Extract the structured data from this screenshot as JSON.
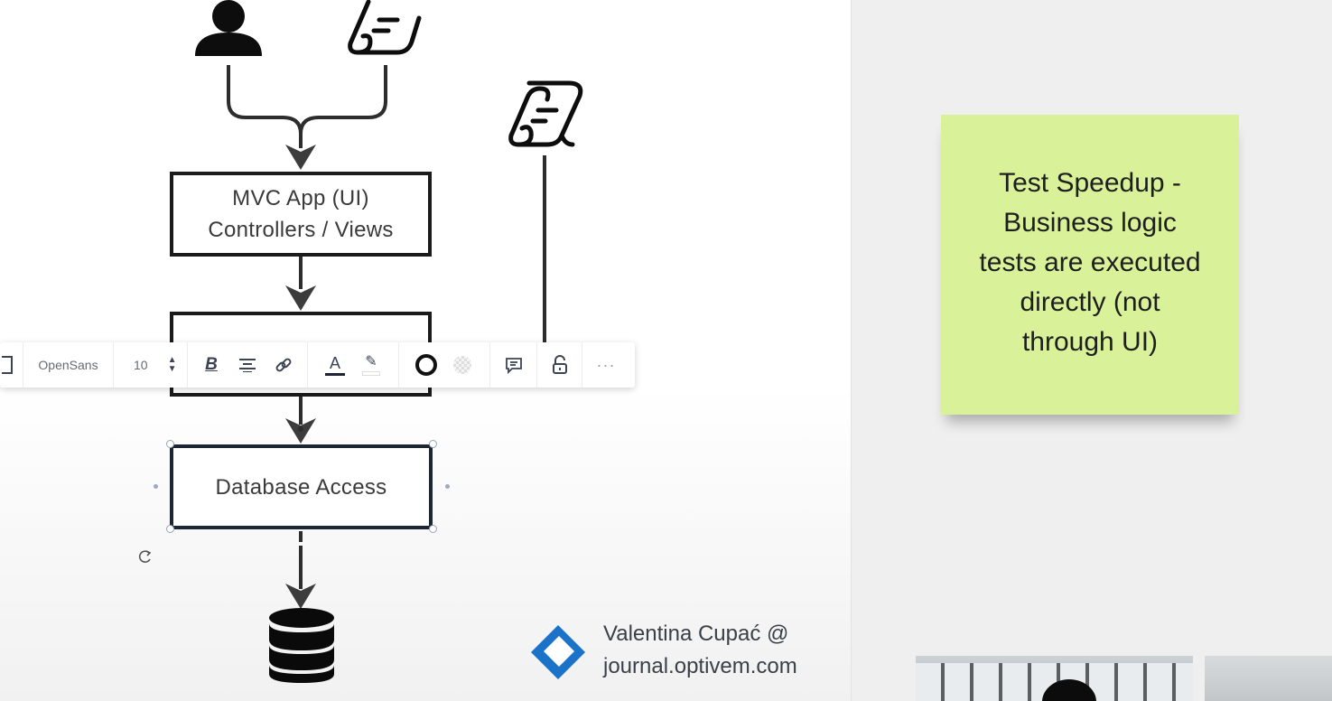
{
  "diagram": {
    "box_mvc": {
      "line1": "MVC App (UI)",
      "line2": "Controllers / Views"
    },
    "box_db_access": {
      "label": "Database Access"
    }
  },
  "toolbar": {
    "font_name": "OpenSans",
    "font_size": "10",
    "buttons": [
      "bold",
      "align-center",
      "link",
      "text-color",
      "highlight",
      "shape-border",
      "fill-color",
      "comment",
      "lock",
      "more"
    ]
  },
  "sticky_note": {
    "lines": [
      "Test Speedup -",
      "Business logic",
      "tests are executed",
      "directly (not",
      "through UI)"
    ],
    "color": "#d9f29a"
  },
  "credit": {
    "line1": "Valentina Cupać @",
    "line2": "journal.optivem.com"
  },
  "colors": {
    "stroke": "#1b1b1b",
    "logo_blue": "#1b72c9"
  }
}
